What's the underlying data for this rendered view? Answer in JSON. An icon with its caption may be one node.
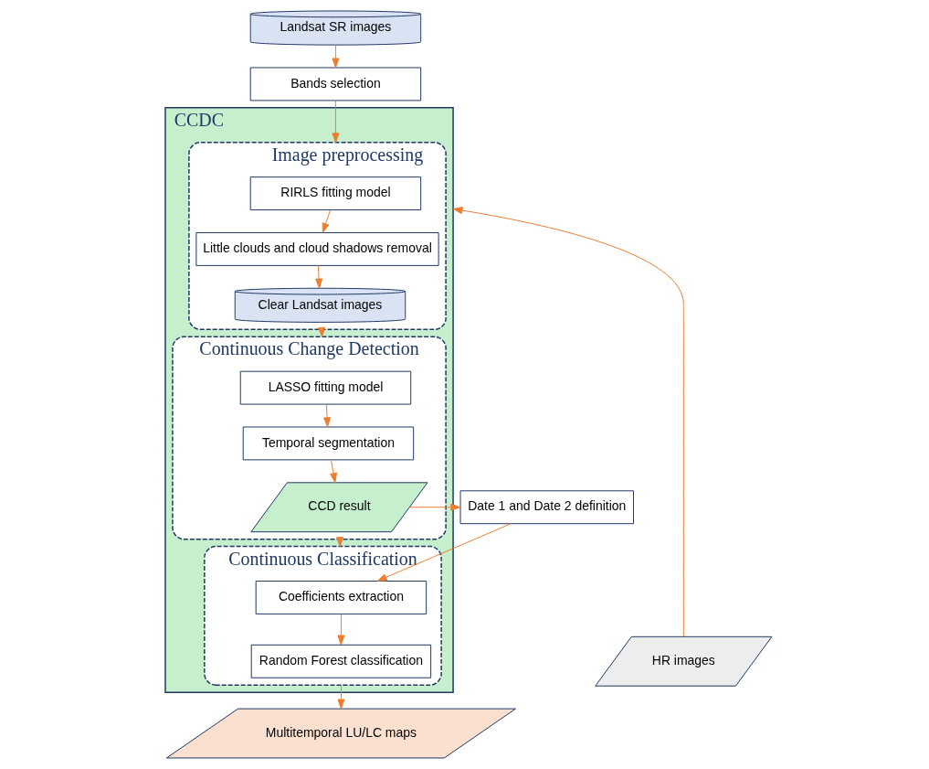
{
  "diagram": {
    "nodes": [
      {
        "text": [
          "Landsat SR images"
        ]
      },
      {
        "text": [
          "Bands selection"
        ]
      },
      {
        "text": [
          "CCDC"
        ]
      },
      {
        "text": [
          "Image preprocessing"
        ],
        "in": 2
      },
      {
        "text": [
          "RIRLS fitting model"
        ],
        "in": 3
      },
      {
        "text": [
          "Little clouds and cloud shadows removal"
        ],
        "in": 3
      },
      {
        "text": [
          "Clear Landsat images"
        ],
        "in": 3
      },
      {
        "text": [
          "Continuous Change Detection"
        ],
        "in": 2
      },
      {
        "text": [
          "LASSO fitting model"
        ],
        "in": 7
      },
      {
        "text": [
          "Temporal segmentation"
        ],
        "in": 7
      },
      {
        "text": [
          "CCD result"
        ],
        "in": 7
      },
      {
        "text": [
          "Date 1 and Date 2 definition"
        ]
      },
      {
        "text": [
          "Continuous Classification"
        ],
        "in": 2
      },
      {
        "text": [
          "Coefficients extraction"
        ],
        "in": 12
      },
      {
        "text": [
          "Random Forest classification"
        ],
        "in": 12
      },
      {
        "text": [
          "HR images"
        ]
      },
      {
        "text": [
          "Multitemporal LU/LC maps"
        ]
      }
    ],
    "edges": [
      {
        "from": 0,
        "to": 1,
        "arrow": "to"
      },
      {
        "from": 1,
        "to": 3,
        "arrow": "to"
      },
      {
        "from": 4,
        "to": 5,
        "arrow": "to"
      },
      {
        "from": 5,
        "to": 6,
        "arrow": "to"
      },
      {
        "from": 3,
        "to": 7,
        "arrow": "to"
      },
      {
        "from": 8,
        "to": 9,
        "arrow": "to"
      },
      {
        "from": 9,
        "to": 10,
        "arrow": "to"
      },
      {
        "from": 10,
        "to": 11,
        "arrow": "to"
      },
      {
        "from": 7,
        "to": 12,
        "arrow": "to"
      },
      {
        "from": 11,
        "to": 13,
        "arrow": "to"
      },
      {
        "from": 13,
        "to": 14,
        "arrow": "to"
      },
      {
        "from": 15,
        "to": 2,
        "arrow": "to"
      },
      {
        "from": 12,
        "to": 16,
        "arrow": "to"
      }
    ]
  }
}
